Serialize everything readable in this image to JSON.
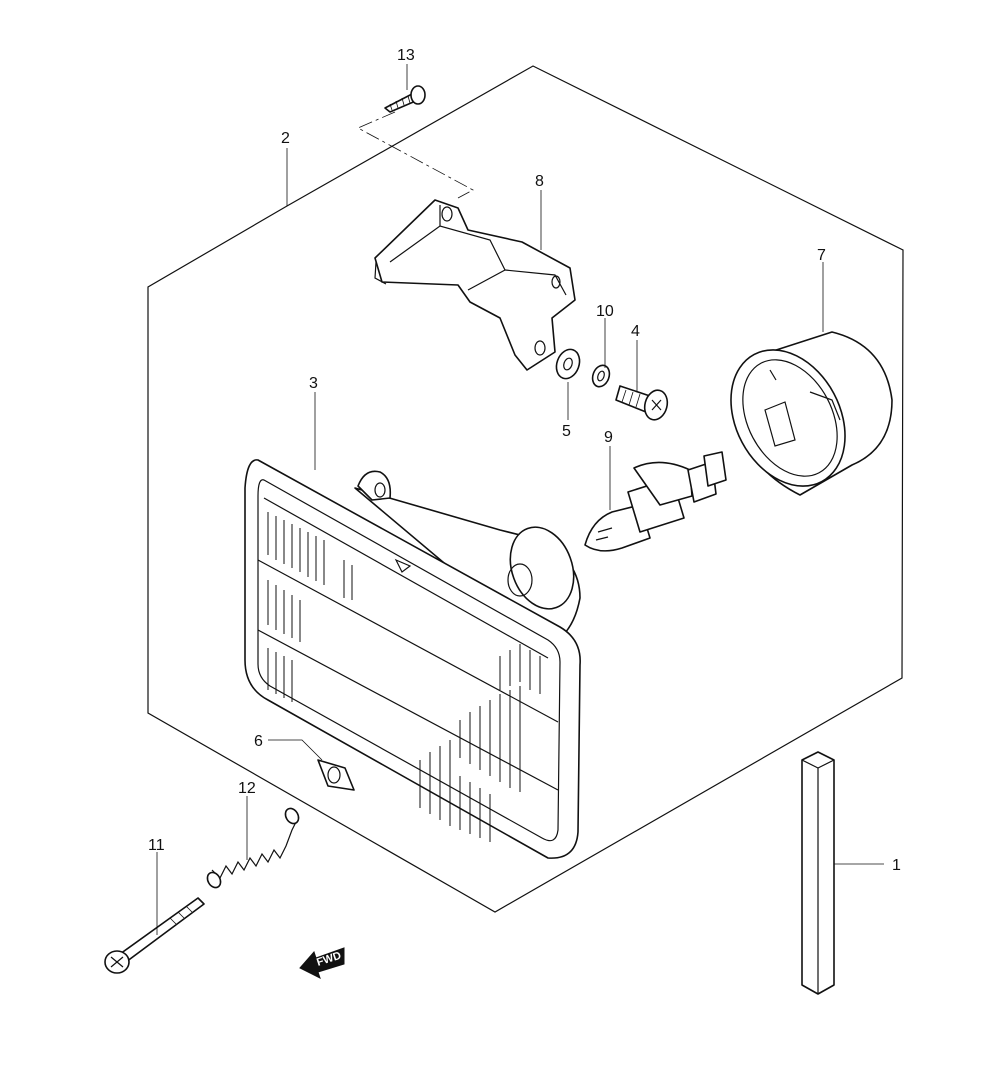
{
  "parts": [
    {
      "id": "callout-1",
      "label": "1"
    },
    {
      "id": "callout-2",
      "label": "2"
    },
    {
      "id": "callout-3",
      "label": "3"
    },
    {
      "id": "callout-4",
      "label": "4"
    },
    {
      "id": "callout-5",
      "label": "5"
    },
    {
      "id": "callout-6",
      "label": "6"
    },
    {
      "id": "callout-7",
      "label": "7"
    },
    {
      "id": "callout-8",
      "label": "8"
    },
    {
      "id": "callout-9",
      "label": "9"
    },
    {
      "id": "callout-10",
      "label": "10"
    },
    {
      "id": "callout-11",
      "label": "11"
    },
    {
      "id": "callout-12",
      "label": "12"
    },
    {
      "id": "callout-13",
      "label": "13"
    }
  ],
  "fwd_label": "FWD"
}
